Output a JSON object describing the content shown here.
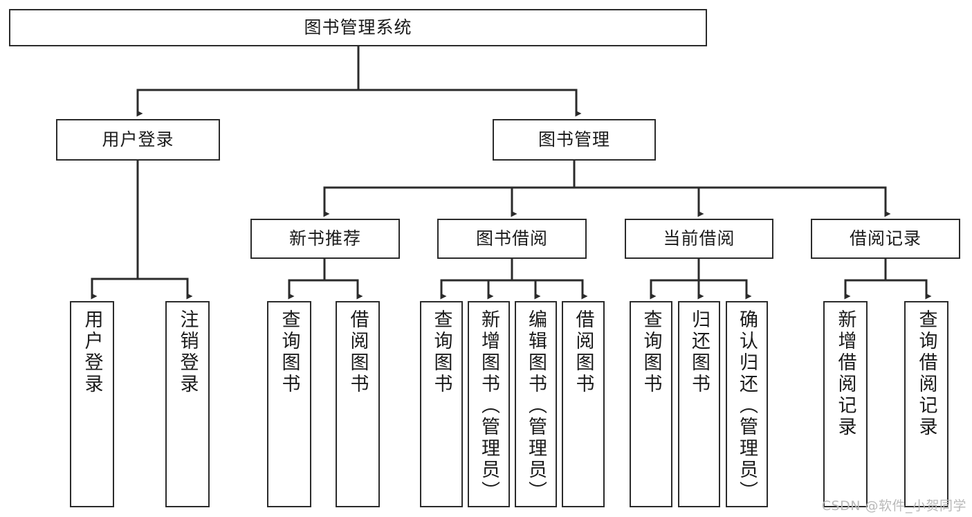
{
  "diagram": {
    "title": "图书管理系统",
    "type": "functional-decomposition-tree",
    "root": {
      "label": "图书管理系统"
    },
    "level1": [
      {
        "label": "用户登录"
      },
      {
        "label": "图书管理"
      }
    ],
    "level2": [
      {
        "label": "新书推荐"
      },
      {
        "label": "图书借阅"
      },
      {
        "label": "当前借阅"
      },
      {
        "label": "借阅记录"
      }
    ],
    "leaves": {
      "user_login": [
        {
          "label": "用户登录"
        },
        {
          "label": "注销登录"
        }
      ],
      "new_book_recommend": [
        {
          "label": "查询图书"
        },
        {
          "label": "借阅图书"
        }
      ],
      "book_borrow": [
        {
          "label": "查询图书"
        },
        {
          "label": "新增图书（管理员）"
        },
        {
          "label": "编辑图书（管理员）"
        },
        {
          "label": "借阅图书"
        }
      ],
      "current_borrow": [
        {
          "label": "查询图书"
        },
        {
          "label": "归还图书"
        },
        {
          "label": "确认归还（管理员）"
        }
      ],
      "borrow_record": [
        {
          "label": "新增借阅记录"
        },
        {
          "label": "查询借阅记录"
        }
      ]
    }
  },
  "watermark": {
    "text": "CSDN @软件_小贺同学"
  },
  "colors": {
    "stroke": "#2b2b2b",
    "fill": "#ffffff",
    "text": "#1b1b1b",
    "watermark": "#b9b9b9"
  }
}
